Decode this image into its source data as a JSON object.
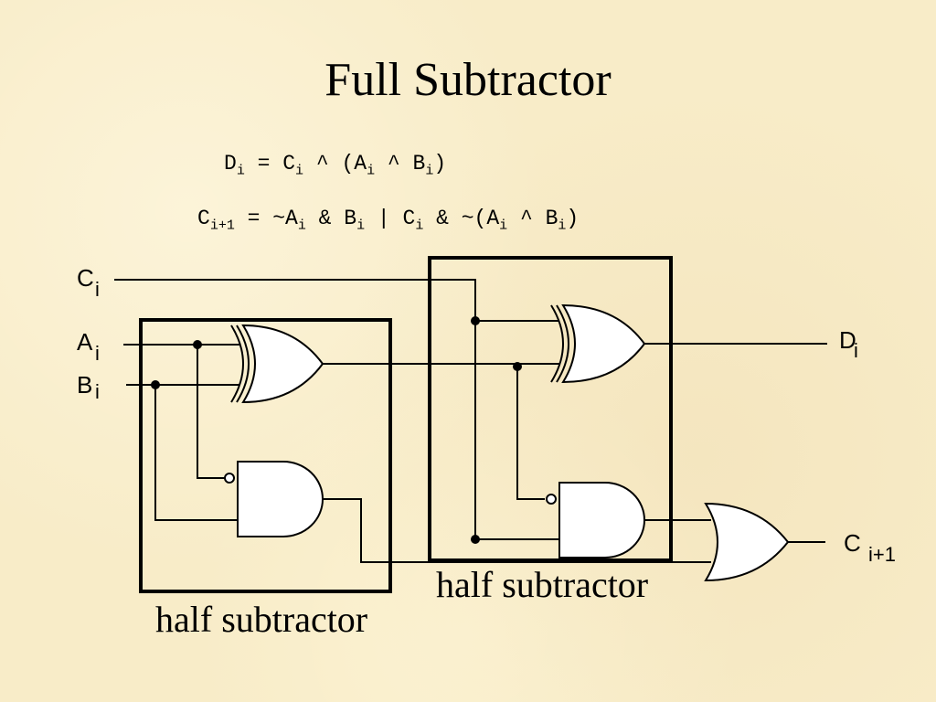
{
  "slide": {
    "title": "Full Subtractor",
    "equations": [
      {
        "lhs": "D",
        "lhs_sub": "i",
        "parts": [
          " = C",
          "i",
          " ^ (A",
          "i",
          " ^ B",
          "i",
          ")"
        ]
      },
      {
        "lhs": "C",
        "lhs_sub": "i+1",
        "parts": [
          " = ~A",
          "i",
          " & B",
          "i",
          " | C",
          "i",
          " & ~(A",
          "i",
          " ^ B",
          "i",
          ")"
        ]
      }
    ]
  },
  "diagram": {
    "inputs": {
      "c": {
        "name": "C",
        "sub": "i"
      },
      "a": {
        "name": "A",
        "sub": "i"
      },
      "b": {
        "name": "B",
        "sub": "i"
      }
    },
    "outputs": {
      "d": {
        "name": "D",
        "sub": "i"
      },
      "c_out": {
        "name": "C",
        "sub": "i+1"
      }
    },
    "blocks": {
      "half_subtractor_1": "half subtractor",
      "half_subtractor_2": "half subtractor"
    },
    "gates": [
      "XOR",
      "AND (inverted input)",
      "XOR",
      "AND (inverted input)",
      "OR"
    ]
  }
}
